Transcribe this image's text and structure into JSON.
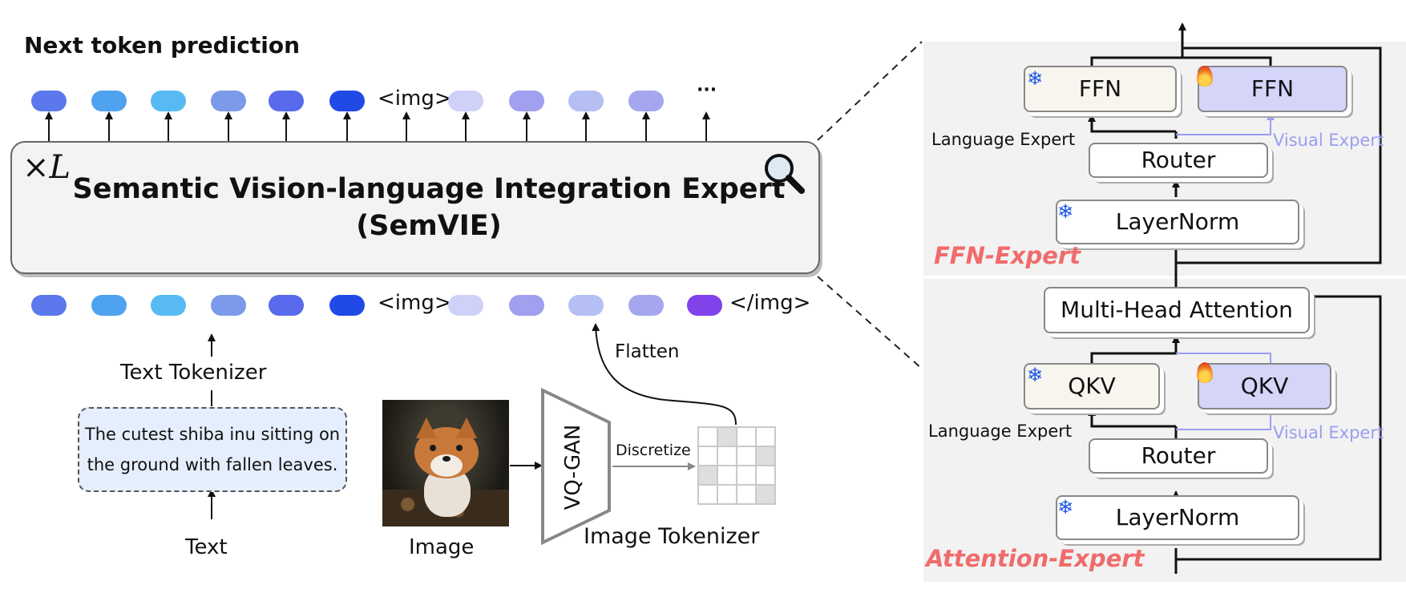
{
  "left": {
    "title": "Next token prediction",
    "model_name_line1": "Semantic Vision-language Integration Expert",
    "model_name_line2": "(SemVIE)",
    "repeat_label": "×L",
    "img_start": "<img>",
    "img_end": "</img>",
    "ellipsis": "···",
    "text_tokenizer": "Text Tokenizer",
    "prompt_line1": "The cutest shiba inu sitting on",
    "prompt_line2": "the ground with fallen leaves.",
    "text_label": "Text",
    "image_label": "Image",
    "flatten": "Flatten",
    "vq_gan": "VQ-GAN",
    "discretize": "Discretize",
    "image_tokenizer": "Image Tokenizer"
  },
  "right": {
    "ffn": "FFN",
    "router": "Router",
    "layernorm": "LayerNorm",
    "mha": "Multi-Head Attention",
    "qkv": "QKV",
    "language_expert": "Language Expert",
    "visual_expert": "Visual Expert",
    "ffn_expert": "FFN-Expert",
    "attention_expert": "Attention-Expert"
  },
  "icons": [
    "snowflake-icon",
    "fire-icon",
    "magnifier-icon"
  ],
  "colors": {
    "text_tokens": [
      "#5b79ec",
      "#4ea2ef",
      "#57baf3",
      "#7b9ae9",
      "#5a6aec",
      "#2149e6"
    ],
    "image_tokens": [
      "#cfd1f8",
      "#a09ff0",
      "#b6bff3",
      "#a4a6ee"
    ],
    "end_token": "#8141eb",
    "section_label": "#f06b6b",
    "visual_route": "#9a9ef0"
  }
}
